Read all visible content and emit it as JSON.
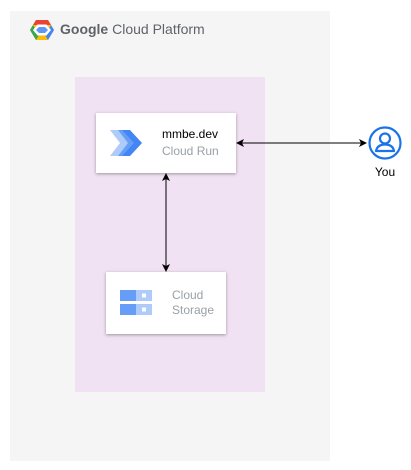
{
  "platform": {
    "brand": "Google",
    "product": "Cloud Platform"
  },
  "services": {
    "cloud_run": {
      "name": "mmbe.dev",
      "type": "Cloud Run",
      "icon": "cloud-run-icon"
    },
    "cloud_storage": {
      "line1": "Cloud",
      "line2": "Storage",
      "icon": "cloud-storage-icon"
    }
  },
  "user": {
    "label": "You",
    "icon": "user-icon"
  },
  "colors": {
    "frame_bg": "#f5f5f5",
    "zone_bg": "#f0e1f3",
    "user_blue": "#1a73e8",
    "service_blue": "#4285f4"
  }
}
